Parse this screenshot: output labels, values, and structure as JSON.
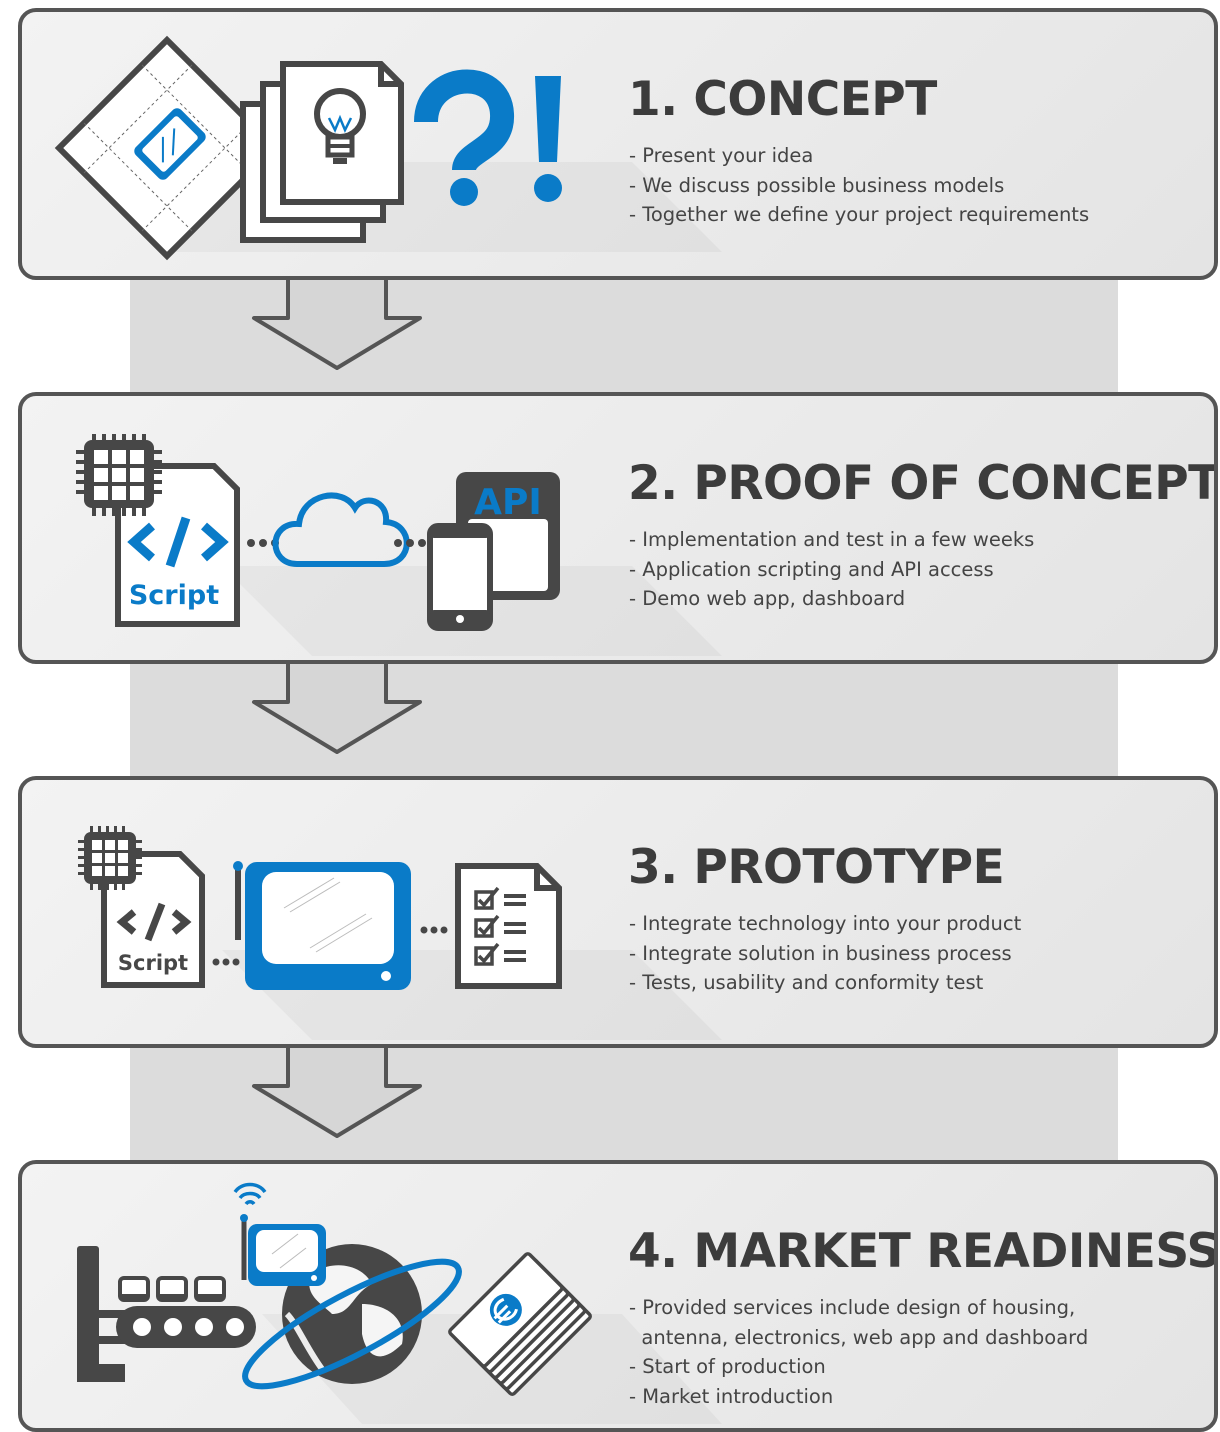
{
  "steps": [
    {
      "title": "1. CONCEPT",
      "bullets": [
        "- Present your idea",
        "- We discuss possible business models",
        "- Together we define your project requirements"
      ],
      "icons": [
        "tablet-blueprint-icon",
        "lightbulb-document-icon",
        "question-exclamation-icon"
      ]
    },
    {
      "title": "2. PROOF OF CONCEPT",
      "bullets": [
        "- Implementation and test in a few weeks",
        "- Application scripting and API access",
        "- Demo web app, dashboard"
      ],
      "script_label": "Script",
      "api_label": "API",
      "icons": [
        "chip-script-icon",
        "cloud-icon",
        "api-phone-icon"
      ]
    },
    {
      "title": "3. PROTOTYPE",
      "bullets": [
        "- Integrate technology into your product",
        "- Integrate solution in business process",
        "- Tests, usability and conformity test"
      ],
      "script_label": "Script",
      "icons": [
        "chip-script-icon",
        "device-screen-icon",
        "checklist-icon"
      ]
    },
    {
      "title": "4. MARKET READINESS",
      "bullets": [
        "- Provided services include design of housing,",
        "  antenna, electronics, web app and dashboard",
        "- Start of production",
        "- Market introduction"
      ],
      "icons": [
        "conveyor-belt-icon",
        "globe-device-icon",
        "money-stack-icon"
      ]
    }
  ],
  "colors": {
    "accent": "#0a7bc8",
    "dark": "#474747",
    "frame": "#555555",
    "band": "#dddddd"
  }
}
